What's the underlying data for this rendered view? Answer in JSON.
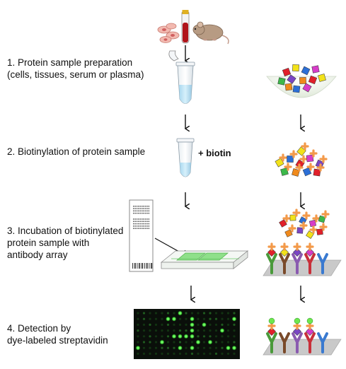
{
  "steps": [
    {
      "number": "1.",
      "text": "Protein sample preparation\n(cells, tissues, serum or plasma)"
    },
    {
      "number": "2.",
      "text": "Biotinylation of protein sample"
    },
    {
      "number": "3.",
      "text": "Incubation of biotinylated\nprotein sample with\nantibody array"
    },
    {
      "number": "4.",
      "text": "Detection by\ndye-labeled streptavidin"
    }
  ],
  "biotin_label": "+ biotin",
  "colors": {
    "protein_red": "#e0202a",
    "protein_yellow": "#f2e21a",
    "protein_blue": "#2c6fd6",
    "protein_magenta": "#d63cc8",
    "protein_green": "#3cb84a",
    "protein_purple": "#7a45c4",
    "protein_orange": "#f08a1c",
    "biotin_orange": "#f39a4a",
    "antibody_green": "#4a9a3a",
    "antibody_brown": "#7a4a2a",
    "antibody_purple": "#8a5ab0",
    "antibody_red": "#c8303a",
    "antibody_blue": "#3a7ad0",
    "dye_green": "#6ee84e",
    "array_bg": "#0a0f0a",
    "array_spot": "#35e03a"
  },
  "icons": [
    "cells-icon",
    "blood-tube-icon",
    "mouse-icon",
    "tube-icon",
    "slide-icon",
    "antibody-icon"
  ]
}
